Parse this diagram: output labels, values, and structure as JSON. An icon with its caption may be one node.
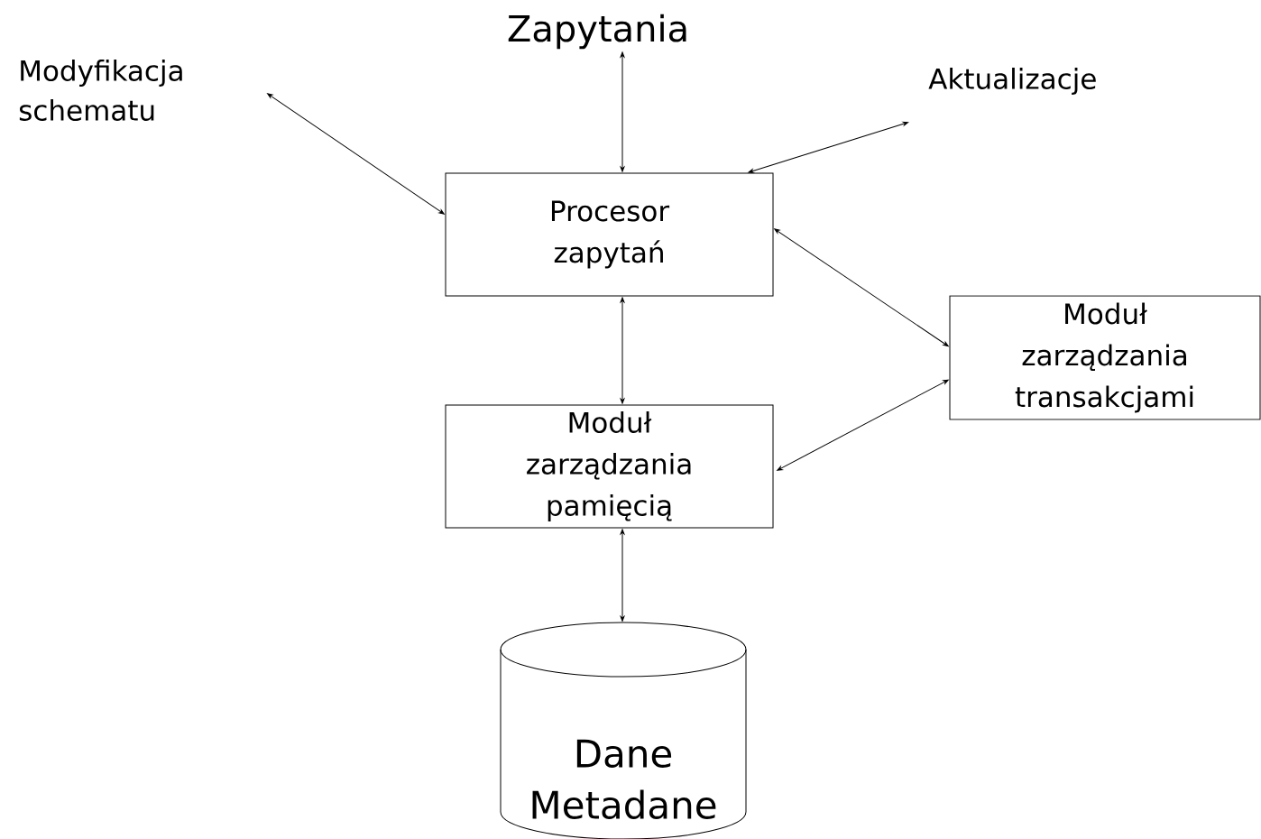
{
  "diagram": {
    "nodes": [
      {
        "text": [
          "Zapytania"
        ]
      },
      {
        "text": [
          "Modyfikacja schematu"
        ]
      },
      {
        "text": [
          "Aktualizacje"
        ]
      },
      {
        "text": [
          "Procesor zapytań"
        ]
      },
      {
        "text": [
          "Moduł zarządzania transakcjami"
        ]
      },
      {
        "text": [
          "Moduł zarządzania pamięcią"
        ]
      },
      {
        "text": [
          "Dane Metadane"
        ]
      }
    ],
    "edges": [
      {
        "from": 0,
        "to": 3,
        "arrow": "both"
      },
      {
        "from": 1,
        "to": 3,
        "arrow": "both"
      },
      {
        "from": 2,
        "to": 3,
        "arrow": "both"
      },
      {
        "from": 3,
        "to": 4,
        "arrow": "both"
      },
      {
        "from": 3,
        "to": 5,
        "arrow": "both"
      },
      {
        "from": 5,
        "to": 4,
        "arrow": "both"
      },
      {
        "from": 5,
        "to": 6,
        "arrow": "both"
      }
    ]
  }
}
